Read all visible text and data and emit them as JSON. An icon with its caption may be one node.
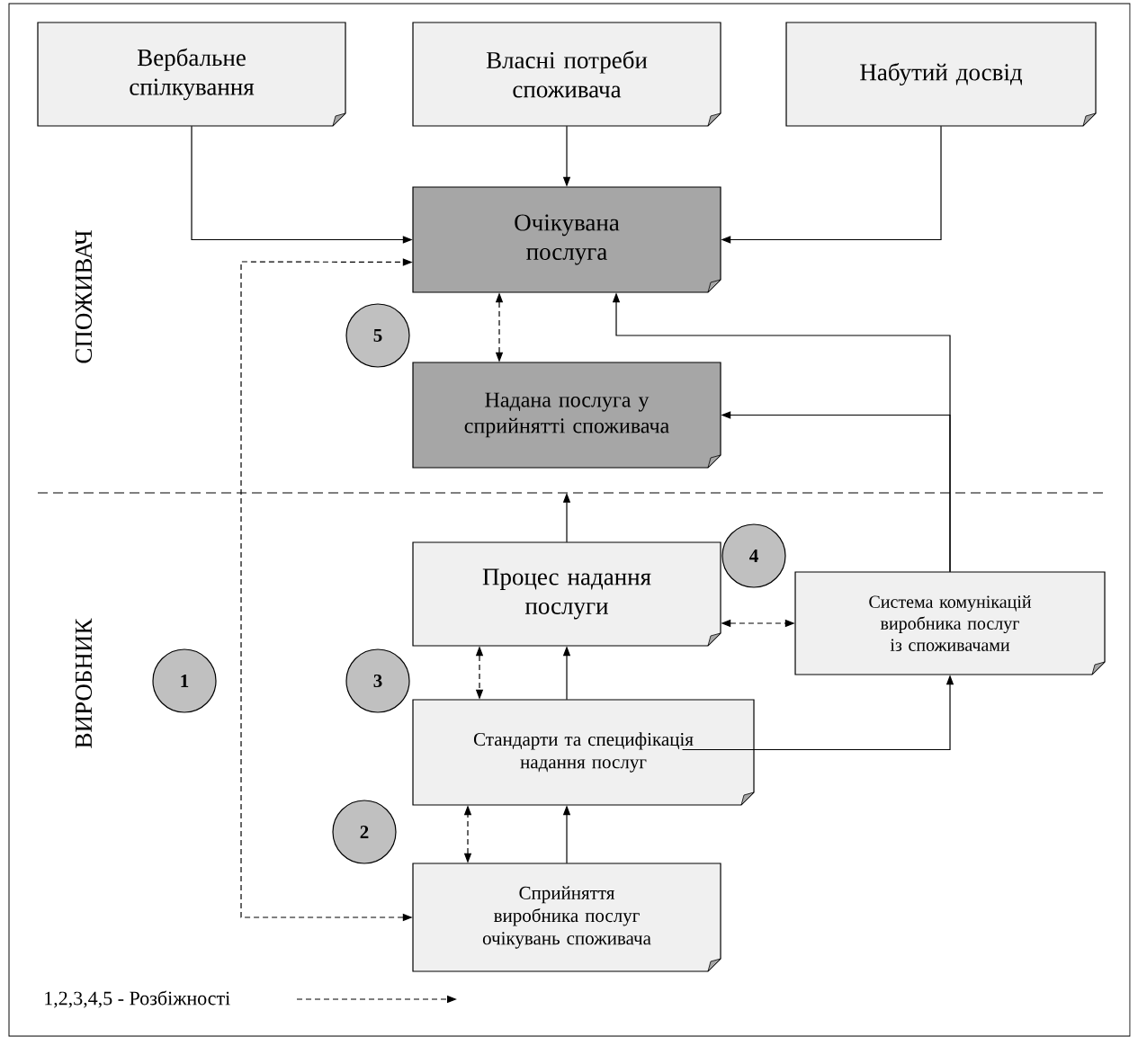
{
  "diagram": {
    "nodes": [
      {
        "text": [
          "Вербальне спілкування"
        ]
      },
      {
        "text": [
          "Власні потреби споживача"
        ]
      },
      {
        "text": [
          "Набутий досвід"
        ]
      },
      {
        "text": [
          "Очікувана послуга"
        ]
      },
      {
        "text": [
          "Надана послуга у сприйнятті споживача"
        ]
      },
      {
        "text": [
          "Процес надання послуги"
        ]
      },
      {
        "text": [
          "Система комунікацій виробника послуг із споживачами"
        ]
      },
      {
        "text": [
          "Стандарти та специфікація надання послуг"
        ]
      },
      {
        "text": [
          "Сприйняття виробника послуг очікувань споживача"
        ]
      },
      {
        "text": [
          "1"
        ]
      },
      {
        "text": [
          "2"
        ]
      },
      {
        "text": [
          "3"
        ]
      },
      {
        "text": [
          "4"
        ]
      },
      {
        "text": [
          "5"
        ]
      }
    ],
    "edges": [
      {
        "from": 0,
        "to": 3,
        "arrow": "to"
      },
      {
        "from": 1,
        "to": 3,
        "arrow": "to"
      },
      {
        "from": 2,
        "to": 3,
        "arrow": "to"
      },
      {
        "from": 8,
        "to": 3,
        "arrow": "both",
        "style": "dashed"
      },
      {
        "from": 3,
        "to": 4,
        "arrow": "both",
        "style": "dashed"
      },
      {
        "from": 6,
        "to": 3,
        "arrow": "to"
      },
      {
        "from": 6,
        "to": 4,
        "arrow": "to"
      },
      {
        "from": 5,
        "to": null,
        "arrow": "to"
      },
      {
        "from": 5,
        "to": 6,
        "arrow": "both",
        "style": "dashed"
      },
      {
        "from": 5,
        "to": 7,
        "arrow": "both",
        "style": "dashed"
      },
      {
        "from": 7,
        "to": 5,
        "arrow": "to"
      },
      {
        "from": 7,
        "to": 6,
        "arrow": "to"
      },
      {
        "from": 8,
        "to": 7,
        "arrow": "both",
        "style": "dashed"
      },
      {
        "from": 8,
        "to": 7,
        "arrow": "to"
      }
    ],
    "labels": [
      "СПОЖИВАЧ",
      "ВИРОБНИК"
    ],
    "legend": [
      {
        "text": "1,2,3,4,5 - Розбіжності"
      }
    ]
  }
}
